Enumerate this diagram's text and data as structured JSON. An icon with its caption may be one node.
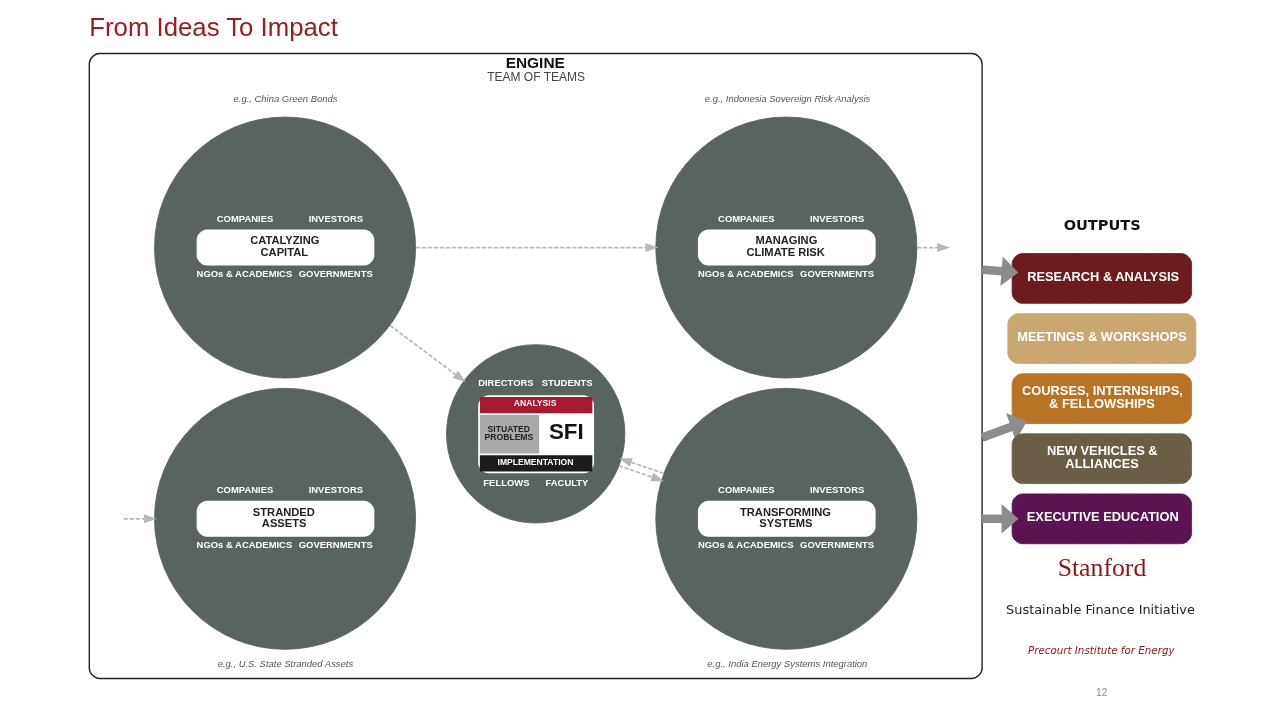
{
  "diagram": {
    "title": "From Ideas To Impact",
    "nodes": [
      {
        "text": [
          "ENGINE",
          "TEAM OF TEAMS"
        ]
      },
      {
        "text": [
          "COMPANIES",
          "INVESTORS",
          "CATALYZING CAPITAL",
          "NGOs & ACADEMICS",
          "GOVERNMENTS"
        ],
        "beside": [
          "e.g., China Green Bonds"
        ],
        "in": 0
      },
      {
        "text": [
          "COMPANIES",
          "INVESTORS",
          "MANAGING CLIMATE RISK",
          "NGOs & ACADEMICS",
          "GOVERNMENTS"
        ],
        "beside": [
          "e.g., Indonesia Sovereign Risk Analysis"
        ],
        "in": 0
      },
      {
        "text": [
          "DIRECTORS",
          "STUDENTS",
          "ANALYSIS",
          "SITUATED PROBLEMS",
          "SFI",
          "IMPLEMENTATION",
          "FELLOWS",
          "FACULTY"
        ],
        "in": 0
      },
      {
        "text": [
          "COMPANIES",
          "INVESTORS",
          "STRANDED ASSETS",
          "NGOs & ACADEMICS",
          "GOVERNMENTS"
        ],
        "beside": [
          "e.g., U.S. State Stranded Assets"
        ],
        "in": 0
      },
      {
        "text": [
          "COMPANIES",
          "INVESTORS",
          "TRANSFORMING SYSTEMS",
          "NGOs & ACADEMICS",
          "GOVERNMENTS"
        ],
        "beside": [
          "e.g., India Energy Systems Integration"
        ],
        "in": 0
      },
      {
        "text": [
          "RESEARCH & ANALYSIS"
        ]
      },
      {
        "text": [
          "MEETINGS & WORKSHOPS"
        ]
      },
      {
        "text": [
          "COURSES, INTERNSHIPS, & FELLOWSHIPS"
        ]
      },
      {
        "text": [
          "NEW VEHICLES & ALLIANCES"
        ]
      },
      {
        "text": [
          "EXECUTIVE EDUCATION"
        ]
      }
    ],
    "edges": [
      {
        "from": 1,
        "to": 2,
        "arrow": "to",
        "style": "dashed"
      },
      {
        "from": 2,
        "to": null,
        "arrow": "to",
        "style": "dashed"
      },
      {
        "from": 3,
        "to": 5,
        "arrow": "to",
        "style": "dashed"
      },
      {
        "from": 5,
        "to": 3,
        "arrow": "to",
        "style": "dashed"
      },
      {
        "from": null,
        "to": 4,
        "arrow": "to",
        "style": "dashed"
      },
      {
        "from": 1,
        "to": 3,
        "arrow": "to",
        "style": "dashed"
      },
      {
        "from": 0,
        "to": 6,
        "arrow": "to",
        "style": "thick",
        "color": "#8c8c8c"
      },
      {
        "from": 0,
        "to": 8,
        "arrow": "to",
        "style": "thick",
        "color": "#8c8c8c"
      },
      {
        "from": 0,
        "to": 10,
        "arrow": "to",
        "style": "thick",
        "color": "#8c8c8c"
      }
    ],
    "labels": [
      "OUTPUTS",
      "Stanford",
      "Sustainable Finance Initiative",
      "Precourt Institute for Energy",
      "12"
    ]
  }
}
